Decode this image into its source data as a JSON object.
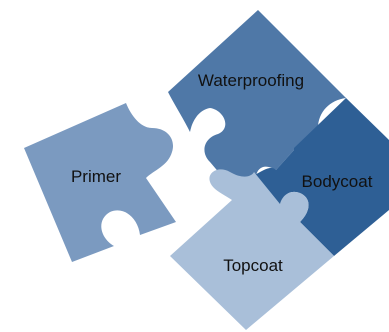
{
  "diagram": {
    "pieces": [
      {
        "id": "primer",
        "label": "Primer",
        "color": "#7b9ac0"
      },
      {
        "id": "waterproofing",
        "label": "Waterproofing",
        "color": "#4f78a7"
      },
      {
        "id": "bodycoat",
        "label": "Bodycoat",
        "color": "#2e5f95"
      },
      {
        "id": "topcoat",
        "label": "Topcoat",
        "color": "#a9bfd9"
      }
    ]
  }
}
